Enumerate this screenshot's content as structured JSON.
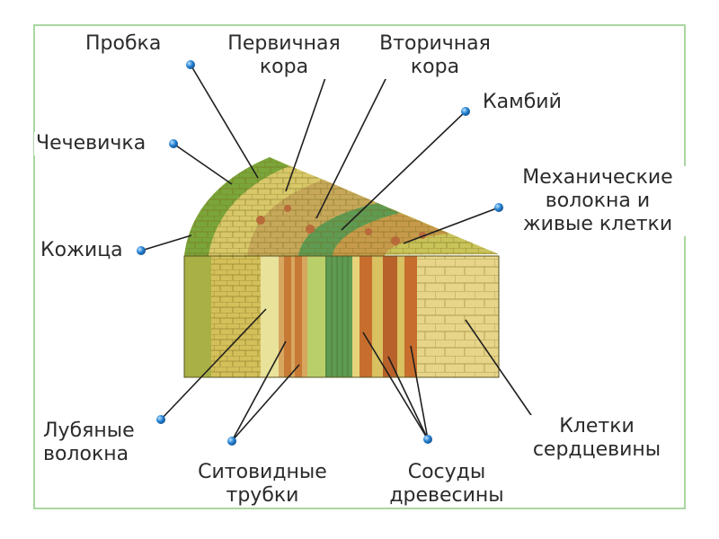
{
  "labels": {
    "probka": "Пробка",
    "pervichnaya_kora": [
      "Первичная",
      "кора"
    ],
    "vtorichnaya_kora": [
      "Вторичная",
      "кора"
    ],
    "kambiy": "Камбий",
    "chechevichka": "Чечевичка",
    "mekhanicheskie": [
      "Механические",
      "волокна и",
      "живые клетки"
    ],
    "kozhitsa": "Кожица",
    "lubyanye": [
      "Лубяные",
      "волокна"
    ],
    "sitovidnye": [
      "Ситовидные",
      "трубки"
    ],
    "sosudy": [
      "Сосуды",
      "древесины"
    ],
    "serdtseviny": [
      "Клетки",
      "сердцевины"
    ]
  },
  "colors": {
    "frame": "#a9d6a0",
    "pointer": "#1f1f1f",
    "marker": "#1e78c8"
  }
}
